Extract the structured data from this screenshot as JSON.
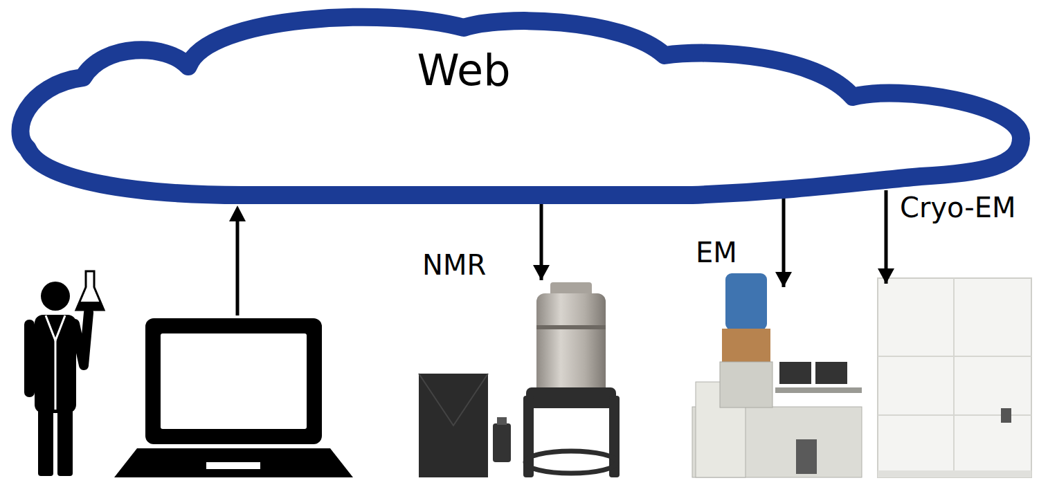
{
  "diagram": {
    "nodes": [
      {
        "text": [
          "Web"
        ]
      },
      {
        "text": [
          "NMR"
        ]
      },
      {
        "text": [
          "EM"
        ]
      },
      {
        "text": [
          "Cryo-EM"
        ]
      }
    ],
    "edges": [
      {
        "from": 0,
        "to": 1,
        "arrow": "to"
      },
      {
        "from": 0,
        "to": 2,
        "arrow": "to"
      },
      {
        "from": 0,
        "to": 3,
        "arrow": "to"
      }
    ]
  }
}
